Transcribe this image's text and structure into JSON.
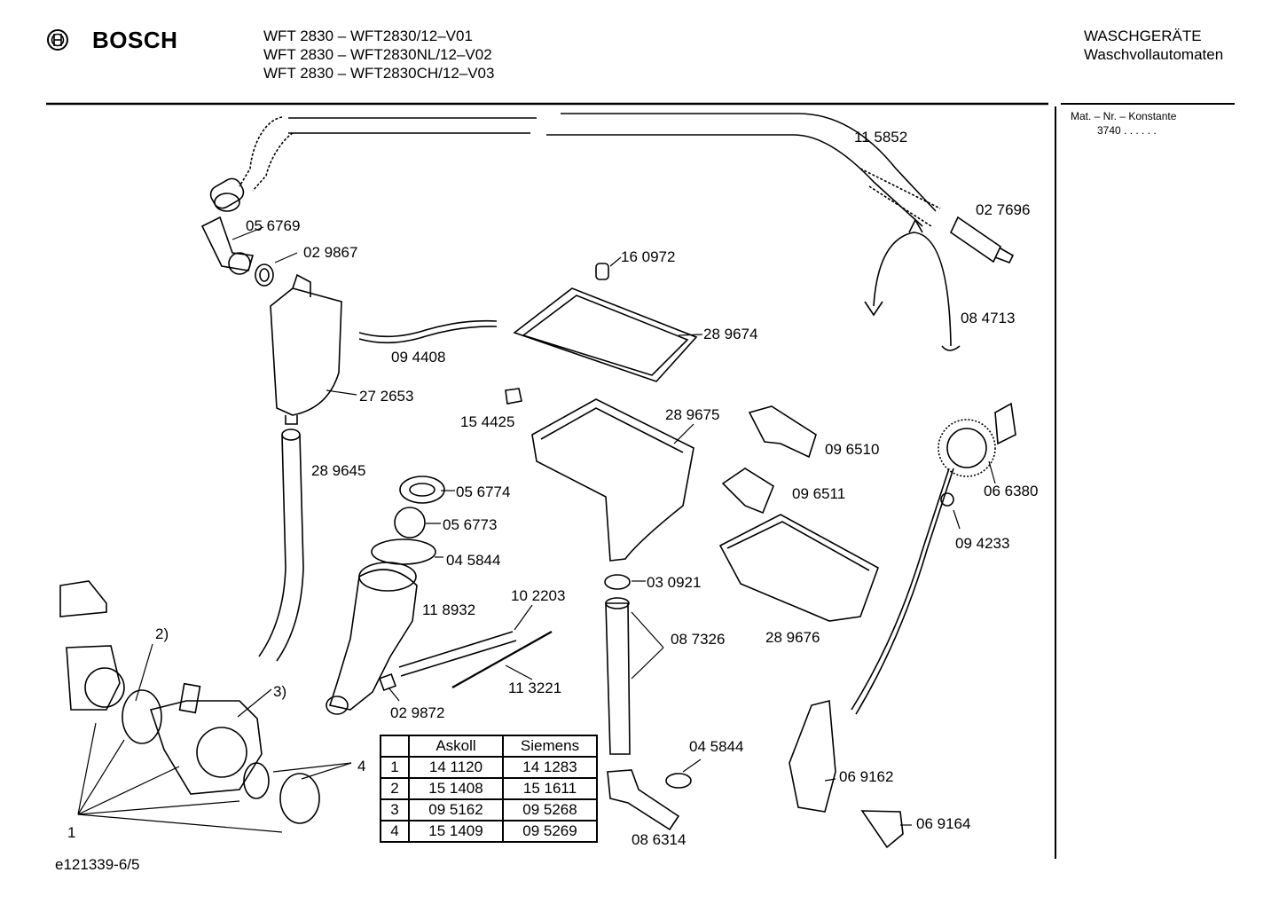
{
  "header": {
    "brand": "BOSCH",
    "models": [
      "WFT 2830 – WFT2830/12–V01",
      "WFT 2830 – WFT2830NL/12–V02",
      "WFT 2830 – WFT2830CH/12–V03"
    ],
    "category": "WASCHGERÄTE",
    "subcategory": "Waschvollautomaten"
  },
  "side": {
    "mat_label": "Mat. – Nr. – Konstante",
    "mat_value": "3740 . . . . . ."
  },
  "footer": {
    "doc_id": "e121339-6/5"
  },
  "parts": [
    {
      "id": "p01",
      "label": "11 5852"
    },
    {
      "id": "p02",
      "label": "02 7696"
    },
    {
      "id": "p03",
      "label": "05 6769"
    },
    {
      "id": "p04",
      "label": "02 9867"
    },
    {
      "id": "p05",
      "label": "16 0972"
    },
    {
      "id": "p06",
      "label": "08 4713"
    },
    {
      "id": "p07",
      "label": "28 9674"
    },
    {
      "id": "p08",
      "label": "09 4408"
    },
    {
      "id": "p09",
      "label": "27 2653"
    },
    {
      "id": "p10",
      "label": "15 4425"
    },
    {
      "id": "p11",
      "label": "28 9675"
    },
    {
      "id": "p12",
      "label": "09 6510"
    },
    {
      "id": "p13",
      "label": "06 6380"
    },
    {
      "id": "p14",
      "label": "28 9645"
    },
    {
      "id": "p15",
      "label": "05 6774"
    },
    {
      "id": "p16",
      "label": "09 6511"
    },
    {
      "id": "p17",
      "label": "05 6773"
    },
    {
      "id": "p18",
      "label": "09 4233"
    },
    {
      "id": "p19",
      "label": "04 5844"
    },
    {
      "id": "p20",
      "label": "03 0921"
    },
    {
      "id": "p21",
      "label": "10 2203"
    },
    {
      "id": "p22",
      "label": "11 8932"
    },
    {
      "id": "p23",
      "label": "28 9676"
    },
    {
      "id": "p24",
      "label": "08 7326"
    },
    {
      "id": "p25",
      "label": "2)"
    },
    {
      "id": "p26",
      "label": "3)"
    },
    {
      "id": "p27",
      "label": "11 3221"
    },
    {
      "id": "p28",
      "label": "02 9872"
    },
    {
      "id": "p29",
      "label": "04 5844"
    },
    {
      "id": "p30",
      "label": "4"
    },
    {
      "id": "p31",
      "label": "06 9162"
    },
    {
      "id": "p32",
      "label": "1"
    },
    {
      "id": "p33",
      "label": "08 6314"
    },
    {
      "id": "p34",
      "label": "06 9164"
    }
  ],
  "table": {
    "headers": [
      "",
      "Askoll",
      "Siemens"
    ],
    "rows": [
      [
        "1",
        "14 1120",
        "14 1283"
      ],
      [
        "2",
        "15 1408",
        "15 1611"
      ],
      [
        "3",
        "09 5162",
        "09 5268"
      ],
      [
        "4",
        "15 1409",
        "09 5269"
      ]
    ]
  }
}
